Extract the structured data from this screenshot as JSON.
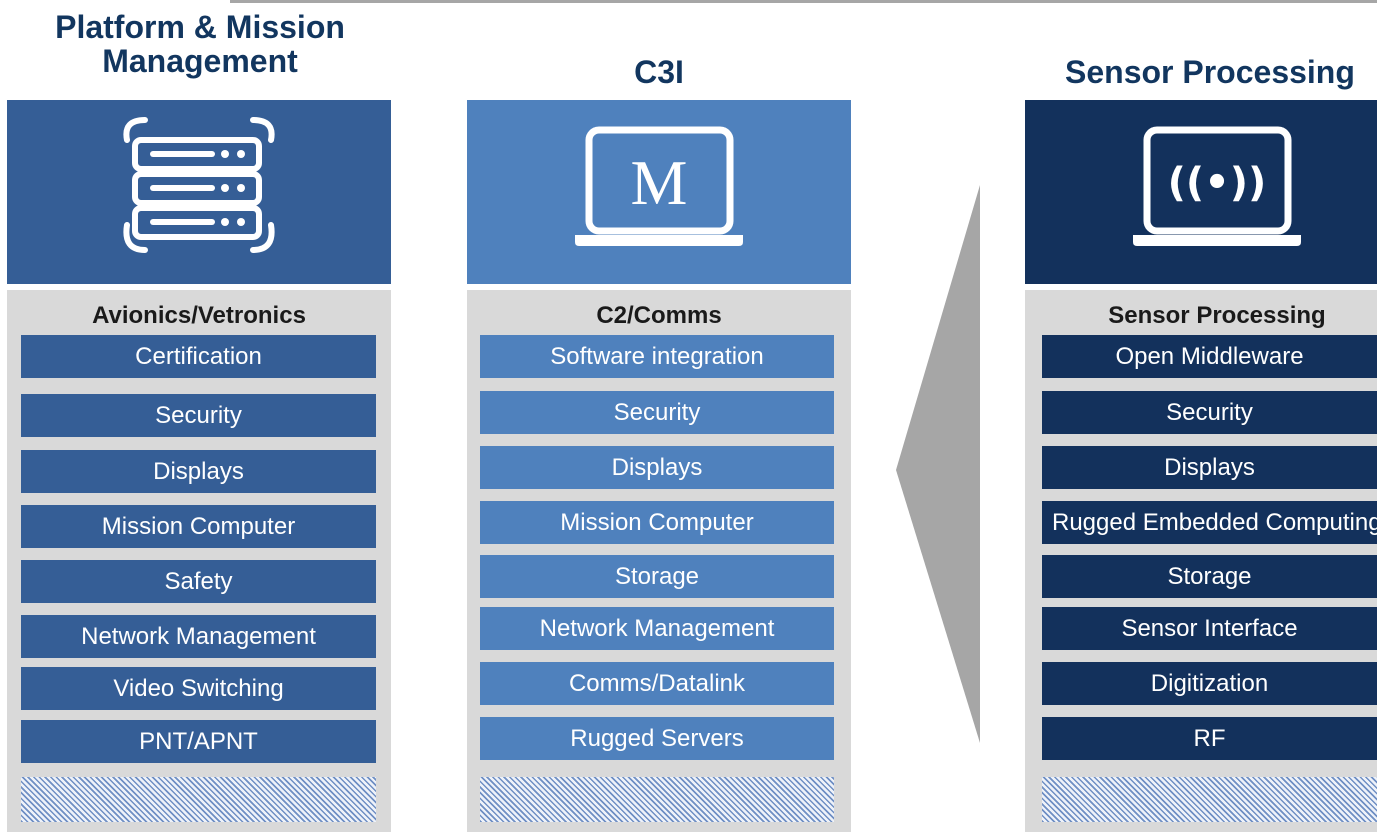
{
  "columns": [
    {
      "title_line1": "Platform & Mission",
      "title_line2": "Management",
      "icon": "server-rack-icon",
      "color": "#355e96",
      "list_heading": "Avionics/Vetronics",
      "items": [
        "Certification",
        "Security",
        "Displays",
        "Mission Computer",
        "Safety",
        "Network Management",
        "Video Switching",
        "PNT/APNT"
      ]
    },
    {
      "title": "C3I",
      "icon": "laptop-m-icon",
      "icon_letter": "M",
      "color": "#4f81bd",
      "list_heading": "C2/Comms",
      "items": [
        "Software integration",
        "Security",
        "Displays",
        "Mission Computer",
        "Storage",
        "Network Management",
        "Comms/Datalink",
        "Rugged Servers"
      ]
    },
    {
      "title": "Sensor Processing",
      "icon": "laptop-signal-icon",
      "icon_text": "((•))",
      "color": "#13315c",
      "list_heading": "Sensor Processing",
      "items": [
        "Open Middleware",
        "Security",
        "Displays",
        "Rugged Embedded Computing",
        "Storage",
        "Sensor Interface",
        "Digitization",
        "RF"
      ]
    }
  ]
}
